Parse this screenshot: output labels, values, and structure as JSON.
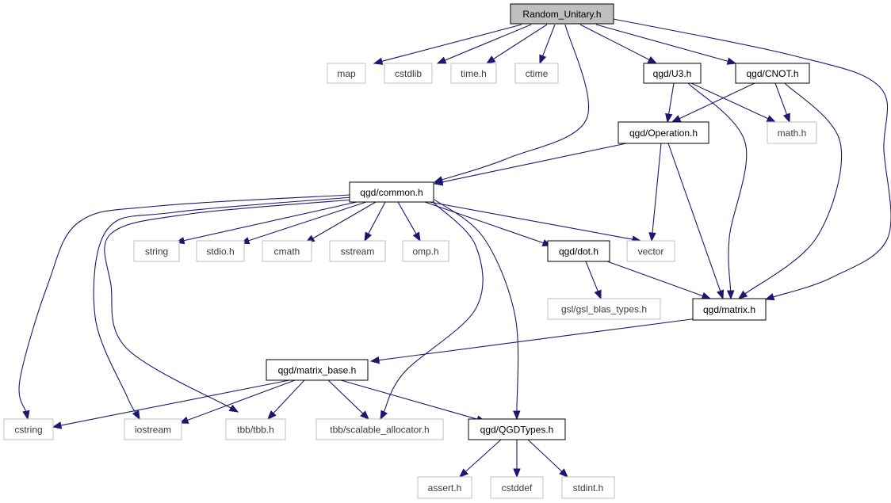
{
  "colors": {
    "edge": "#191970",
    "documented_border": "#000000",
    "external_border": "#bfbfbf",
    "root_fill": "#bfbfbf"
  },
  "nodes": [
    {
      "id": "random_unitary",
      "label": "Random_Unitary.h",
      "kind": "root"
    },
    {
      "id": "map",
      "label": "map",
      "kind": "external"
    },
    {
      "id": "cstdlib",
      "label": "cstdlib",
      "kind": "external"
    },
    {
      "id": "time_h",
      "label": "time.h",
      "kind": "external"
    },
    {
      "id": "ctime",
      "label": "ctime",
      "kind": "external"
    },
    {
      "id": "u3",
      "label": "qgd/U3.h",
      "kind": "documented"
    },
    {
      "id": "cnot",
      "label": "qgd/CNOT.h",
      "kind": "documented"
    },
    {
      "id": "operation",
      "label": "qgd/Operation.h",
      "kind": "documented"
    },
    {
      "id": "math_h",
      "label": "math.h",
      "kind": "external"
    },
    {
      "id": "common",
      "label": "qgd/common.h",
      "kind": "documented"
    },
    {
      "id": "string",
      "label": "string",
      "kind": "external"
    },
    {
      "id": "stdio",
      "label": "stdio.h",
      "kind": "external"
    },
    {
      "id": "cmath",
      "label": "cmath",
      "kind": "external"
    },
    {
      "id": "sstream",
      "label": "sstream",
      "kind": "external"
    },
    {
      "id": "omp",
      "label": "omp.h",
      "kind": "external"
    },
    {
      "id": "dot",
      "label": "qgd/dot.h",
      "kind": "documented"
    },
    {
      "id": "vector",
      "label": "vector",
      "kind": "external"
    },
    {
      "id": "gsl",
      "label": "gsl/gsl_blas_types.h",
      "kind": "external"
    },
    {
      "id": "matrix",
      "label": "qgd/matrix.h",
      "kind": "documented"
    },
    {
      "id": "matrix_base",
      "label": "qgd/matrix_base.h",
      "kind": "documented"
    },
    {
      "id": "cstring",
      "label": "cstring",
      "kind": "external"
    },
    {
      "id": "iostream",
      "label": "iostream",
      "kind": "external"
    },
    {
      "id": "tbb",
      "label": "tbb/tbb.h",
      "kind": "external"
    },
    {
      "id": "scalable",
      "label": "tbb/scalable_allocator.h",
      "kind": "external"
    },
    {
      "id": "qgdtypes",
      "label": "qgd/QGDTypes.h",
      "kind": "documented"
    },
    {
      "id": "assert",
      "label": "assert.h",
      "kind": "external"
    },
    {
      "id": "cstddef",
      "label": "cstddef",
      "kind": "external"
    },
    {
      "id": "stdint",
      "label": "stdint.h",
      "kind": "external"
    }
  ],
  "edges": [
    [
      "random_unitary",
      "map"
    ],
    [
      "random_unitary",
      "cstdlib"
    ],
    [
      "random_unitary",
      "time_h"
    ],
    [
      "random_unitary",
      "ctime"
    ],
    [
      "random_unitary",
      "u3"
    ],
    [
      "random_unitary",
      "cnot"
    ],
    [
      "random_unitary",
      "common"
    ],
    [
      "random_unitary",
      "matrix"
    ],
    [
      "u3",
      "operation"
    ],
    [
      "u3",
      "math_h"
    ],
    [
      "u3",
      "matrix"
    ],
    [
      "cnot",
      "operation"
    ],
    [
      "cnot",
      "math_h"
    ],
    [
      "cnot",
      "matrix"
    ],
    [
      "operation",
      "common"
    ],
    [
      "operation",
      "vector"
    ],
    [
      "operation",
      "matrix"
    ],
    [
      "common",
      "string"
    ],
    [
      "common",
      "stdio"
    ],
    [
      "common",
      "cmath"
    ],
    [
      "common",
      "sstream"
    ],
    [
      "common",
      "omp"
    ],
    [
      "common",
      "dot"
    ],
    [
      "common",
      "vector"
    ],
    [
      "common",
      "cstring"
    ],
    [
      "common",
      "iostream"
    ],
    [
      "common",
      "tbb"
    ],
    [
      "common",
      "scalable"
    ],
    [
      "common",
      "qgdtypes"
    ],
    [
      "dot",
      "gsl"
    ],
    [
      "dot",
      "matrix"
    ],
    [
      "matrix",
      "matrix_base"
    ],
    [
      "matrix_base",
      "cstring"
    ],
    [
      "matrix_base",
      "iostream"
    ],
    [
      "matrix_base",
      "tbb"
    ],
    [
      "matrix_base",
      "scalable"
    ],
    [
      "matrix_base",
      "qgdtypes"
    ],
    [
      "qgdtypes",
      "assert"
    ],
    [
      "qgdtypes",
      "cstddef"
    ],
    [
      "qgdtypes",
      "stdint"
    ]
  ]
}
